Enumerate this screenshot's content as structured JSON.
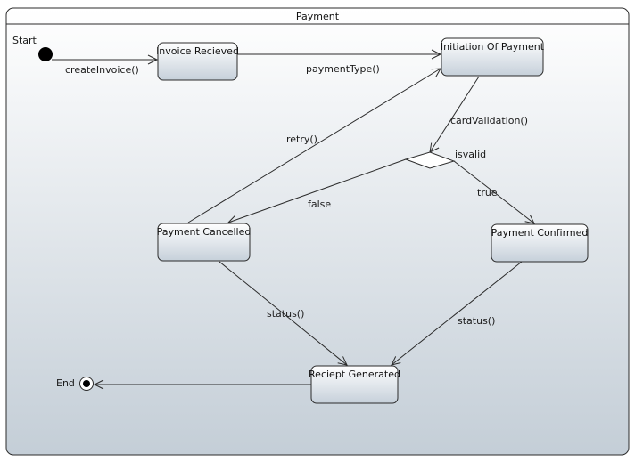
{
  "frame": {
    "title": "Payment"
  },
  "colors": {
    "frame_gradient_top": "#ffffff",
    "frame_gradient_bottom": "#c4ced7",
    "state_gradient_top": "#ffffff",
    "state_gradient_bottom": "#c6d0da",
    "stroke": "#2b2b2b"
  },
  "pseudostates": {
    "start": {
      "label": "Start"
    },
    "end": {
      "label": "End"
    },
    "choice": {
      "label": "isvalid"
    }
  },
  "states": {
    "invoice_recieved": "Invoice Recieved",
    "initiation_of_payment": "Initiation Of Payment",
    "payment_cancelled": "Payment Cancelled",
    "payment_confirmed": "Payment Confirmed",
    "reciept_generated": "Reciept Generated"
  },
  "transitions": {
    "start_to_invoice": "createInvoice()",
    "invoice_to_initiation": "paymentType()",
    "initiation_to_choice": "cardValidation()",
    "cancelled_to_initiation": "retry()",
    "choice_to_cancelled": "false",
    "choice_to_confirmed": "true",
    "cancelled_to_reciept": "status()",
    "confirmed_to_reciept": "status()"
  }
}
